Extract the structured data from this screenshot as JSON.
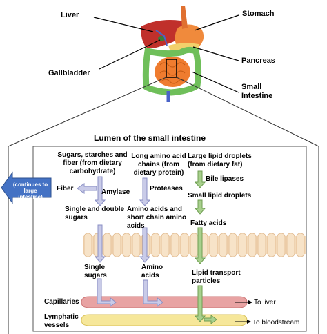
{
  "organs": {
    "liver": "Liver",
    "stomach": "Stomach",
    "gallbladder": "Gallbladder",
    "pancreas": "Pancreas",
    "small_intestine": "Small\nIntestine"
  },
  "panel": {
    "title": "Lumen of the small intestine",
    "col1": {
      "header": "Sugars, starches and\nfiber (from dietary\ncarbohydrate)",
      "fiber": "Fiber",
      "enzyme": "Amylase",
      "product": "Single and double\nsugars",
      "absorbed": "Single\nsugars"
    },
    "col2": {
      "header": "Long amino acid\nchains (from\ndietary protein)",
      "enzyme": "Proteases",
      "product": "Amino acids and\nshort chain amino\nacids",
      "absorbed": "Amino\nacids"
    },
    "col3": {
      "header": "Large lipid droplets\n(from dietary fat)",
      "enzyme": "Bile lipases",
      "product1": "Small lipid droplets",
      "product2": "Fatty acids",
      "absorbed": "Lipid transport\nparticles"
    },
    "continues": "(continues to\nlarge intestine)",
    "capillaries": "Capillaries",
    "lymphatic": "Lymphatic\nvessels",
    "to_liver": "To liver",
    "to_bloodstream": "To bloodstream"
  },
  "colors": {
    "carb_arrow": "#c9cbe8",
    "lipid_arrow": "#a8d08d",
    "continues_arrow": "#4472c4",
    "capillary": "#e8a3a3",
    "lymph": "#f6e79a",
    "villi": "#f3d9b8"
  }
}
